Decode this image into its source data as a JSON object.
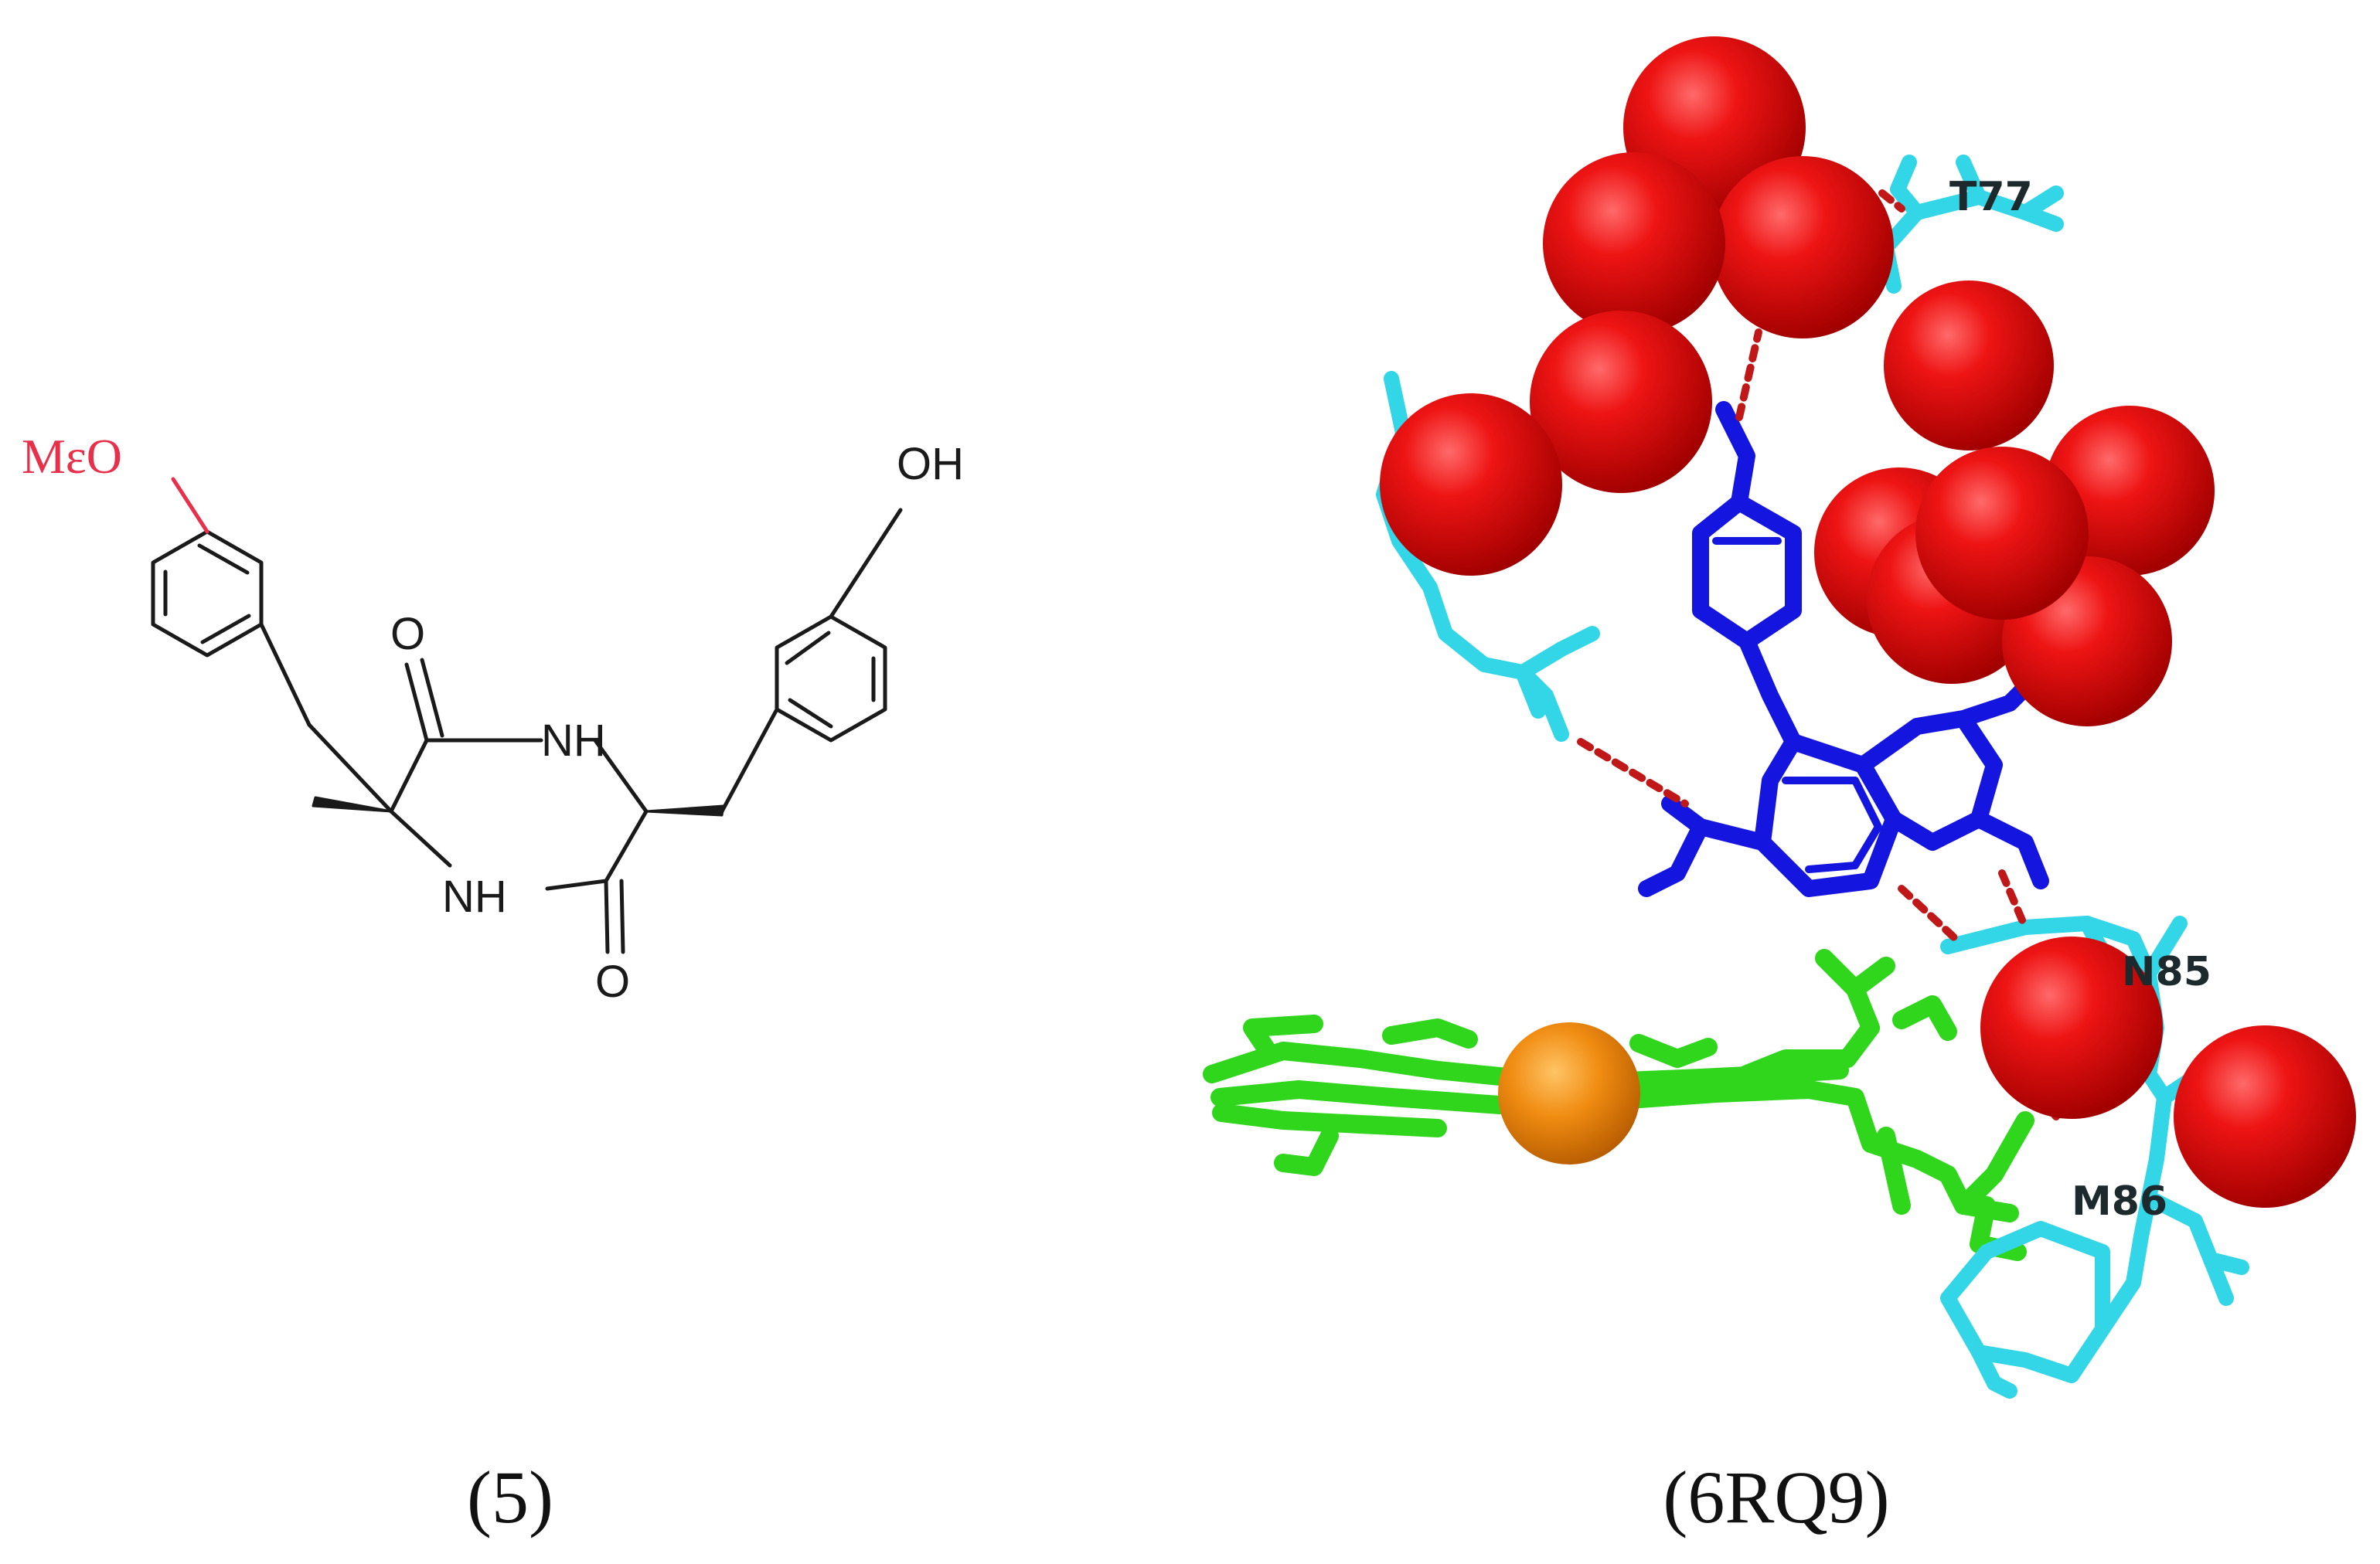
{
  "left_panel": {
    "substituent_label": "MεO",
    "hydroxyl_label": "OH",
    "carbonyl_top_label": "O",
    "carbonyl_bottom_label": "O",
    "amine_top_label": "NH",
    "amine_bottom_label": "NH",
    "caption": "(5)"
  },
  "right_panel": {
    "residue_labels": [
      "T77",
      "N85",
      "M86"
    ],
    "caption": "(6RQ9)"
  },
  "colors": {
    "substituent": "#e8304a",
    "bond": "#1a1a1a",
    "water": "#dd0a0a",
    "ligand": "#1515e0",
    "protein": "#33d6e6",
    "heme": "#2fd61c",
    "iron": "#ef8a10",
    "hbond": "#c01818"
  }
}
